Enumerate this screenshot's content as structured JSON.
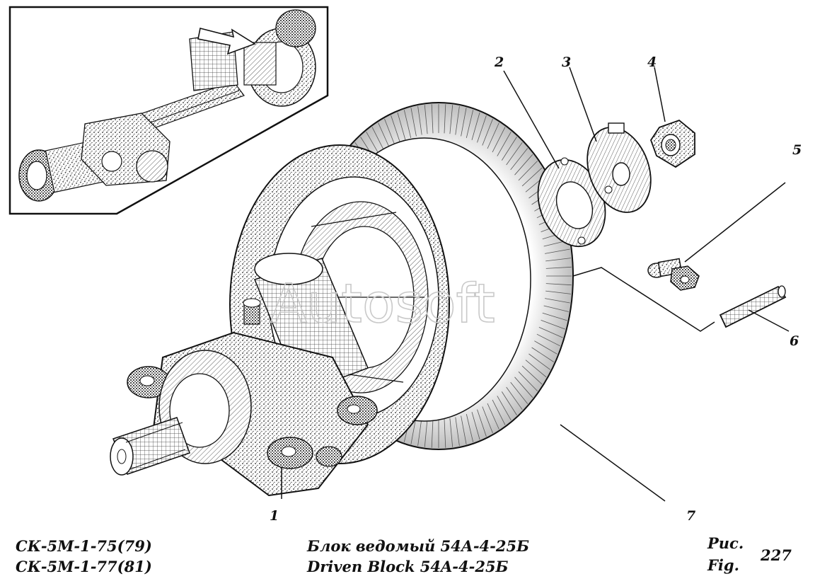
{
  "callouts": [
    "1",
    "2",
    "3",
    "4",
    "5",
    "6",
    "7"
  ],
  "watermark": "Autosoft",
  "footer": {
    "model_line_1": "СК-5М-1-75(79)",
    "model_line_2": "СК-5М-1-77(81)",
    "title_ru": "Блок ведомый 54А-4-25Б",
    "title_en": "Driven Block 54A-4-25Б",
    "fig_label_ru": "Рис.",
    "fig_label_en": "Fig.",
    "fig_number": "227"
  }
}
